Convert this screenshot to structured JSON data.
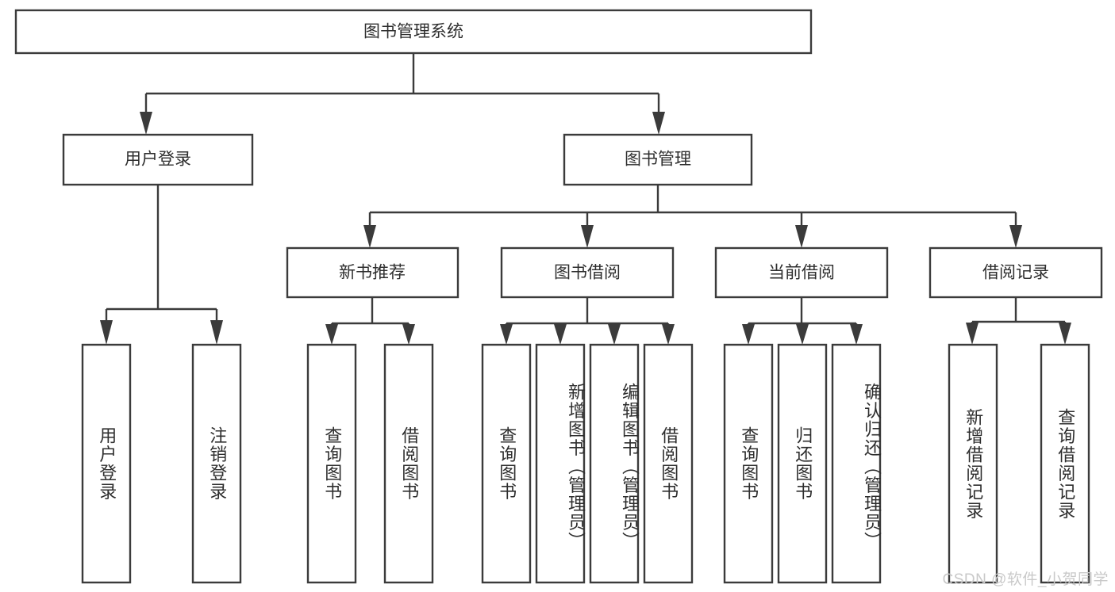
{
  "diagram": {
    "title": "图书管理系统",
    "type": "tree-hierarchy-diagram",
    "orientation": "top-down",
    "background_color": "#ffffff",
    "box_stroke_color": "#3b3b3b",
    "text_color": "#2e2e2e",
    "root": {
      "id": "root",
      "label": "图书管理系统",
      "text_direction": "horizontal"
    },
    "level1": [
      {
        "id": "user-login",
        "label": "用户登录",
        "text_direction": "horizontal"
      },
      {
        "id": "book-management",
        "label": "图书管理",
        "text_direction": "horizontal"
      }
    ],
    "level2": [
      {
        "id": "new-book-recommend",
        "label": "新书推荐",
        "parent": "book-management",
        "text_direction": "horizontal"
      },
      {
        "id": "book-borrow",
        "label": "图书借阅",
        "parent": "book-management",
        "text_direction": "horizontal"
      },
      {
        "id": "current-borrow",
        "label": "当前借阅",
        "parent": "book-management",
        "text_direction": "horizontal"
      },
      {
        "id": "borrow-record",
        "label": "借阅记录",
        "parent": "book-management",
        "text_direction": "horizontal"
      }
    ],
    "leaves": [
      {
        "id": "leaf-user-login",
        "label": "用户登录",
        "parent": "user-login",
        "text_direction": "vertical"
      },
      {
        "id": "leaf-logout-login",
        "label": "注销登录",
        "parent": "user-login",
        "text_direction": "vertical"
      },
      {
        "id": "leaf-query-book-1",
        "label": "查询图书",
        "parent": "new-book-recommend",
        "text_direction": "vertical"
      },
      {
        "id": "leaf-borrow-book-1",
        "label": "借阅图书",
        "parent": "new-book-recommend",
        "text_direction": "vertical"
      },
      {
        "id": "leaf-query-book-2",
        "label": "查询图书",
        "parent": "book-borrow",
        "text_direction": "vertical"
      },
      {
        "id": "leaf-add-book",
        "label": "新增图书（管理员）",
        "parent": "book-borrow",
        "text_direction": "vertical"
      },
      {
        "id": "leaf-edit-book",
        "label": "编辑图书（管理员）",
        "parent": "book-borrow",
        "text_direction": "vertical"
      },
      {
        "id": "leaf-borrow-book-2",
        "label": "借阅图书",
        "parent": "book-borrow",
        "text_direction": "vertical"
      },
      {
        "id": "leaf-query-book-3",
        "label": "查询图书",
        "parent": "current-borrow",
        "text_direction": "vertical"
      },
      {
        "id": "leaf-return-book",
        "label": "归还图书",
        "parent": "current-borrow",
        "text_direction": "vertical"
      },
      {
        "id": "leaf-confirm-return",
        "label": "确认归还（管理员）",
        "parent": "current-borrow",
        "text_direction": "vertical"
      },
      {
        "id": "leaf-add-borrow-record",
        "label": "新增借阅记录",
        "parent": "borrow-record",
        "text_direction": "vertical"
      },
      {
        "id": "leaf-query-borrow-record",
        "label": "查询借阅记录",
        "parent": "borrow-record",
        "text_direction": "vertical"
      }
    ]
  },
  "watermark": {
    "text": "CSDN @软件_小贺同学"
  }
}
